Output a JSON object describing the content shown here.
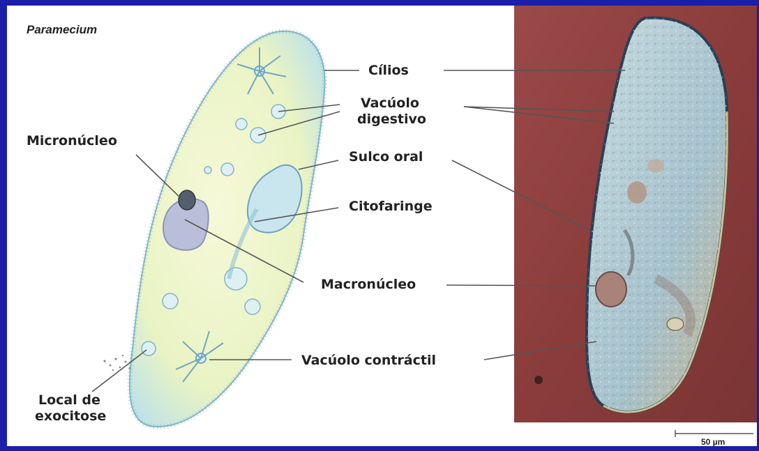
{
  "title": "Paramecium",
  "labels": {
    "cilios": "Cílios",
    "vacuolo_digestivo_1": "Vacúolo",
    "vacuolo_digestivo_2": "digestivo",
    "micronucleo": "Micronúcleo",
    "sulco_oral": "Sulco oral",
    "citofaringe": "Citofaringe",
    "macronucleo": "Macronúcleo",
    "vacuolo_contractil": "Vacúolo contráctil",
    "local_exocitose_1": "Local de",
    "local_exocitose_2": "exocitose"
  },
  "scale_bar": "50 µm",
  "colors": {
    "background": "#1b1ea8",
    "cell_fill": "#eef5c8",
    "cell_edge": "#7fbcd2",
    "photo_bg": "#8a3b3a",
    "photo_cell": "#a9c3cf"
  }
}
